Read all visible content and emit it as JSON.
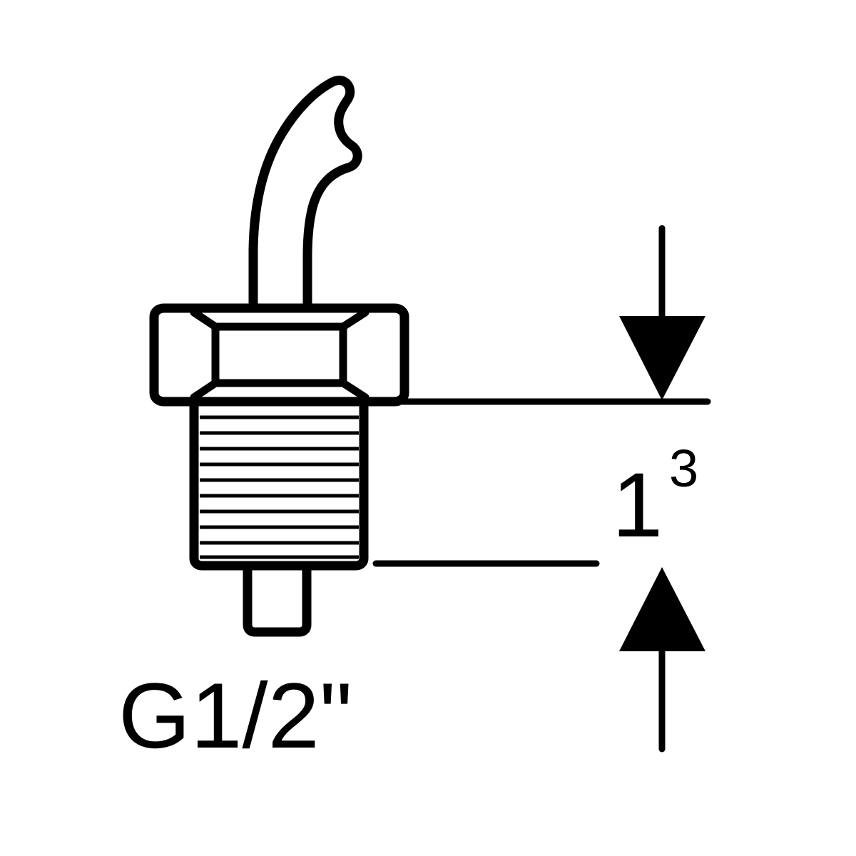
{
  "drawing": {
    "title": "Threaded sensor fitting with curved probe",
    "background_color": "#ffffff",
    "ink_color": "#000000",
    "labels": {
      "thread_spec": "G1/2\"",
      "dimension_value": "1",
      "dimension_superscript": "3"
    },
    "components": {
      "probe": "curved-probe-tube",
      "nut": "hex-nut",
      "thread": "threaded-body",
      "pin": "bottom-pin"
    },
    "annotations": {
      "upper_arrow": "arrow-down",
      "lower_arrow": "arrow-up",
      "upper_reference_line": "reference-line-top",
      "lower_reference_line": "reference-line-bottom",
      "dimension_axis": "vertical-dimension-line"
    },
    "geometry": {
      "thread_line_count": 10,
      "hex_facet_count": 2
    }
  }
}
